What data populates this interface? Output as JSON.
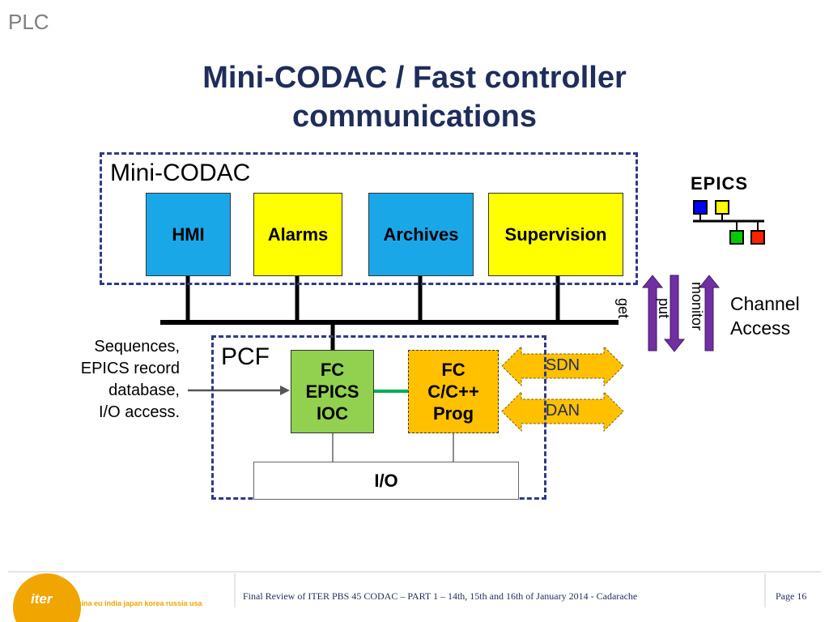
{
  "header": {
    "section": "PLC",
    "title_line1": "Mini-CODAC / Fast controller",
    "title_line2": "communications"
  },
  "minicodac": {
    "label": "Mini-CODAC",
    "boxes": [
      {
        "label": "HMI",
        "color": "#1aa7e8"
      },
      {
        "label": "Alarms",
        "color": "#ffff00"
      },
      {
        "label": "Archives",
        "color": "#1aa7e8"
      },
      {
        "label": "Supervision",
        "color": "#ffff00"
      }
    ]
  },
  "epics_logo": {
    "text": "EPICS",
    "colors": [
      "#0000ff",
      "#ffff00",
      "#00cc00",
      "#ff2200"
    ]
  },
  "channel_access": {
    "arrows": [
      "monitor",
      "put",
      "get"
    ],
    "label_line1": "Channel",
    "label_line2": "Access",
    "arrow_color": "#7030a0"
  },
  "pcf": {
    "label": "PCF",
    "fc_epics": {
      "line1": "FC",
      "line2": "EPICS",
      "line3": "IOC",
      "color": "#92d050"
    },
    "fc_prog": {
      "line1": "FC",
      "line2": "C/C++",
      "line3": "Prog",
      "color": "#ffc000"
    },
    "io": "I/O",
    "link_color": "#00b050"
  },
  "networks": [
    {
      "label": "SDN",
      "color": "#ffc000"
    },
    {
      "label": "DAN",
      "color": "#ffc000"
    }
  ],
  "side_note": {
    "line1": "Sequences,",
    "line2": "EPICS  record",
    "line3": "database,",
    "line4": "I/O access."
  },
  "footer": {
    "text": "Final Review of ITER  PBS 45 CODAC – PART 1 – 14th, 15th and 16th of January 2014 - Cadarache",
    "page": "Page 16",
    "logo": "iter",
    "tagline": "china eu india japan korea russia usa"
  }
}
